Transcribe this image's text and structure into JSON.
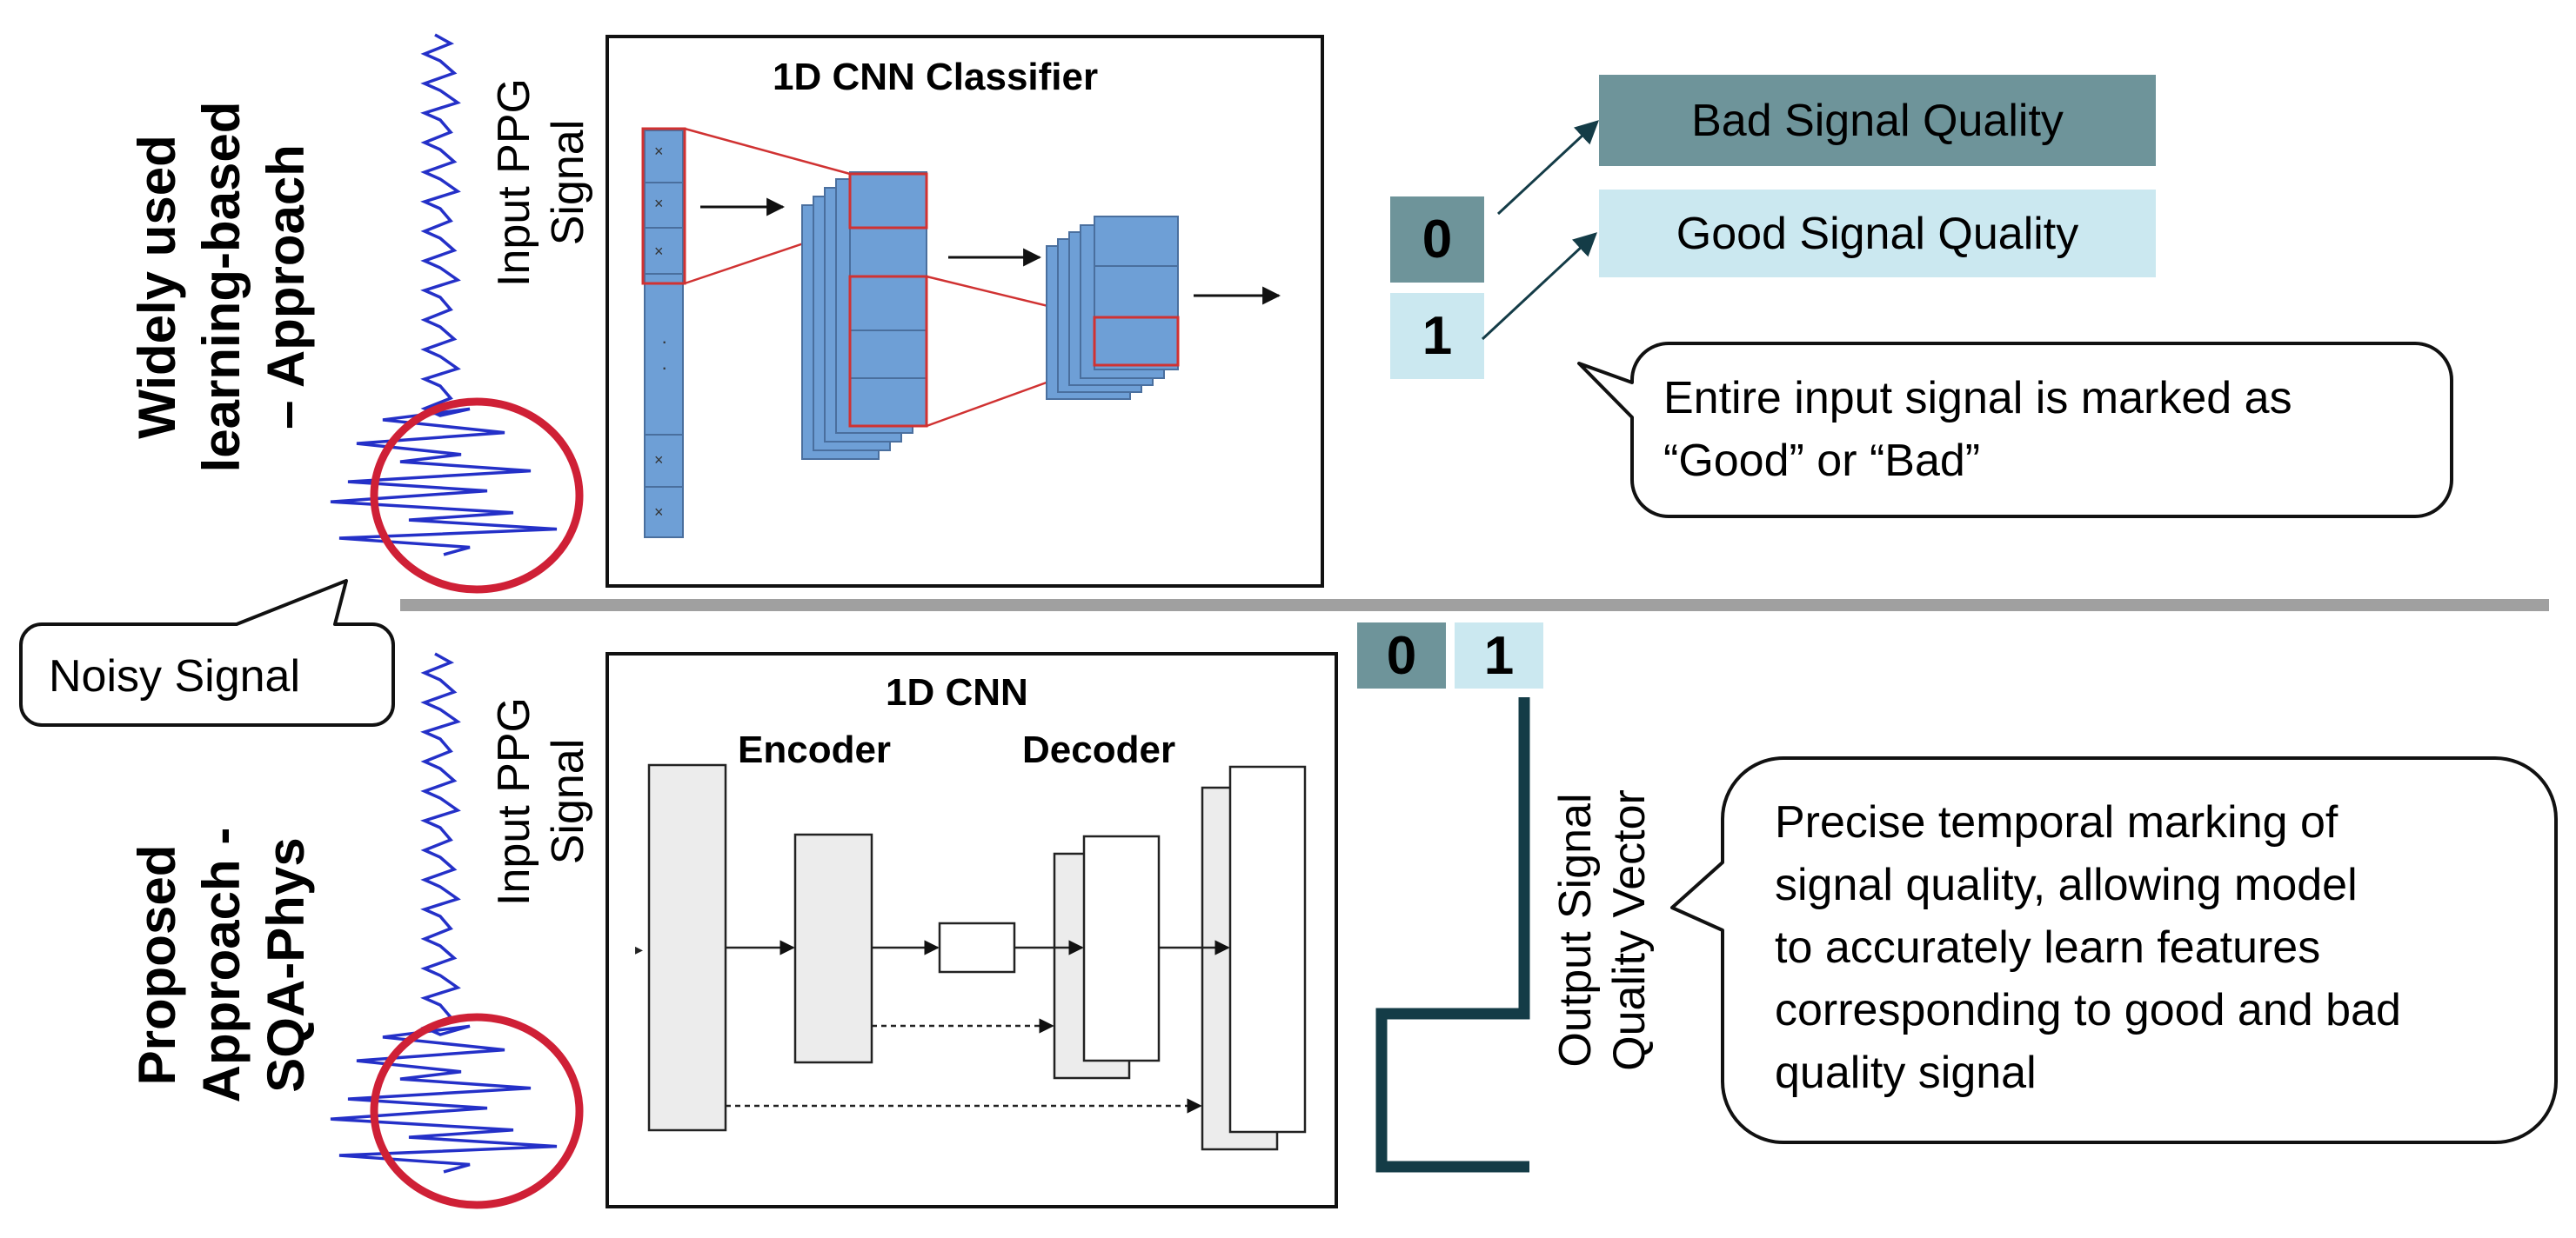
{
  "colors": {
    "bad": "#6e949a",
    "good": "#cbe8f0",
    "cnn_block": "#6e9fd6",
    "cnn_outline": "#d03232",
    "ellipse": "#cf2036",
    "ppg": "#2430c8",
    "divider": "#a0a0a0",
    "vector": "#143c47",
    "ae_block": "#ececec"
  },
  "top": {
    "approach_lines": [
      "Widely used",
      "learning-based",
      "– Approach"
    ],
    "signal_label_lines": [
      "Input PPG",
      "Signal"
    ],
    "cnn_title": "1D CNN Classifier",
    "bad_label": "Bad Signal Quality",
    "good_label": "Good Signal Quality",
    "bit_bad": "0",
    "bit_good": "1",
    "callout_lines": [
      "Entire input signal is marked as",
      "“Good” or “Bad”"
    ]
  },
  "noisy_callout": "Noisy Signal",
  "bottom": {
    "approach_lines": [
      "Proposed",
      "Approach -",
      "SQA-Phys"
    ],
    "signal_label_lines": [
      "Input PPG",
      "Signal"
    ],
    "cnn_title": "1D CNN",
    "encoder_label": "Encoder",
    "decoder_label": "Decoder",
    "bit_bad": "0",
    "bit_good": "1",
    "vector_label_lines": [
      "Output Signal",
      "Quality Vector"
    ],
    "callout_lines": [
      "Precise temporal marking of",
      "signal quality, allowing model",
      "to accurately learn features",
      "corresponding to good and bad",
      "quality signal"
    ]
  }
}
